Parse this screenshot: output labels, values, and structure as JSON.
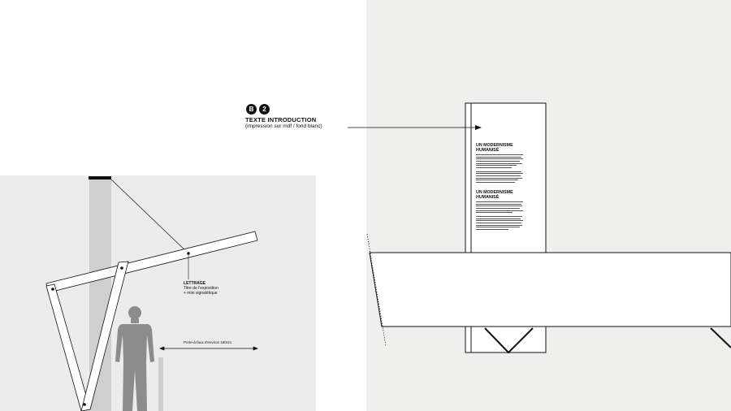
{
  "callout": {
    "badges": [
      "B",
      "2"
    ],
    "title": "TEXTE INTRODUCTION",
    "subtitle": "(impression sur mdf / fond blanc)"
  },
  "lettrage": {
    "title": "LETTRAGE",
    "line1": "Titre de l'exposition",
    "line2": "+ mini signalétique"
  },
  "dimension": {
    "label": "Porte-à-faux d'environ 180cm"
  },
  "pillar": {
    "heading1": "UN MODERNISME HUMANISÉ",
    "heading2": "UN MODERNISME HUMANISÉ"
  },
  "colors": {
    "left_panel_bg": "#ececec",
    "right_panel_bg": "#efefee",
    "column_gray": "#cfcfcf",
    "silhouette": "#8c8c8c",
    "ink": "#111111"
  }
}
